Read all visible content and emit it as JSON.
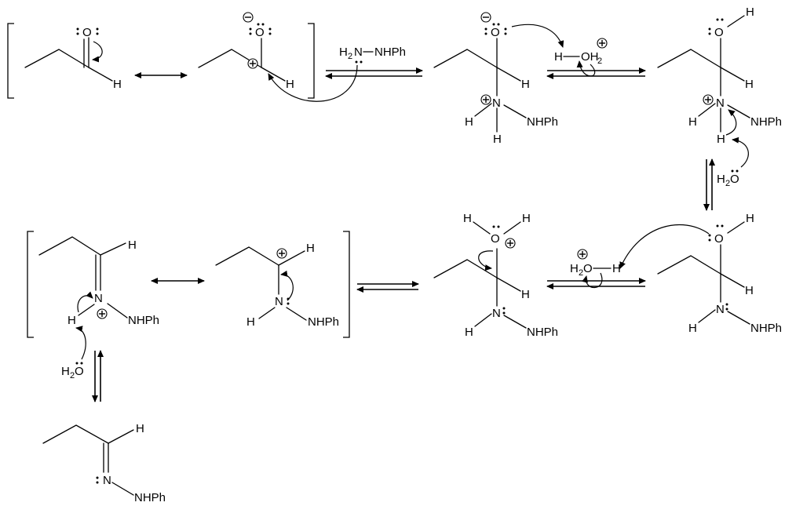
{
  "labels": {
    "O": "O",
    "H": "H",
    "N": "N",
    "NHPh": "NHPh",
    "OH2": "OH",
    "H2": "H",
    "two": "2",
    "reagent": "H",
    "reagent_mid": "N",
    "reagent_right": "NHPh"
  },
  "symbols": {
    "plus": "+",
    "minus": "−"
  },
  "colors": {
    "ink": "#000000",
    "background": "#ffffff"
  }
}
